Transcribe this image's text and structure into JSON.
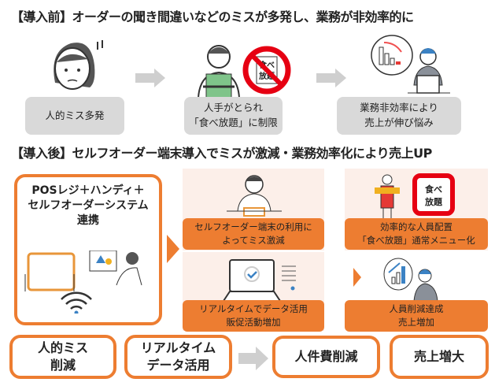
{
  "before": {
    "title": "【導入前】オーダーの聞き間違いなどのミスが多発し、業務が非効率的に",
    "boxes": [
      {
        "line1": "人的ミス多発",
        "line2": ""
      },
      {
        "line1": "人手がとられ",
        "line2": "「食べ放題」に制限"
      },
      {
        "line1": "業務非効率により",
        "line2": "売上が伸び悩み"
      }
    ],
    "no_sign_text": [
      "食べ",
      "放題"
    ]
  },
  "after": {
    "title": "【導入後】セルフオーダー端末導入でミスが激減・業務効率化により売上UP",
    "system": {
      "line1": "POSレジ＋ハンディ＋",
      "line2": "セルフオーダーシステム",
      "line3": "連携"
    },
    "panels": [
      {
        "line1": "セルフオーダー端末の利用に",
        "line2": "よってミス激減"
      },
      {
        "line1": "効率的な人員配置",
        "line2": "「食べ放題」通常メニュー化"
      },
      {
        "line1": "リアルタイムでデータ活用",
        "line2": "販促活動増加"
      },
      {
        "line1": "人員削減達成",
        "line2": "売上増加"
      }
    ],
    "menu_sign_text": [
      "食べ",
      "放題"
    ],
    "results": [
      {
        "line1": "人的ミス",
        "line2": "削減"
      },
      {
        "line1": "リアルタイム",
        "line2": "データ活用"
      },
      {
        "line1": "人件費削減",
        "line2": ""
      },
      {
        "line1": "売上増大",
        "line2": ""
      }
    ]
  },
  "colors": {
    "accent": "#ed7d31",
    "gray": "#d9d9d9",
    "panel": "#fcefe9",
    "red": "#e60012"
  }
}
